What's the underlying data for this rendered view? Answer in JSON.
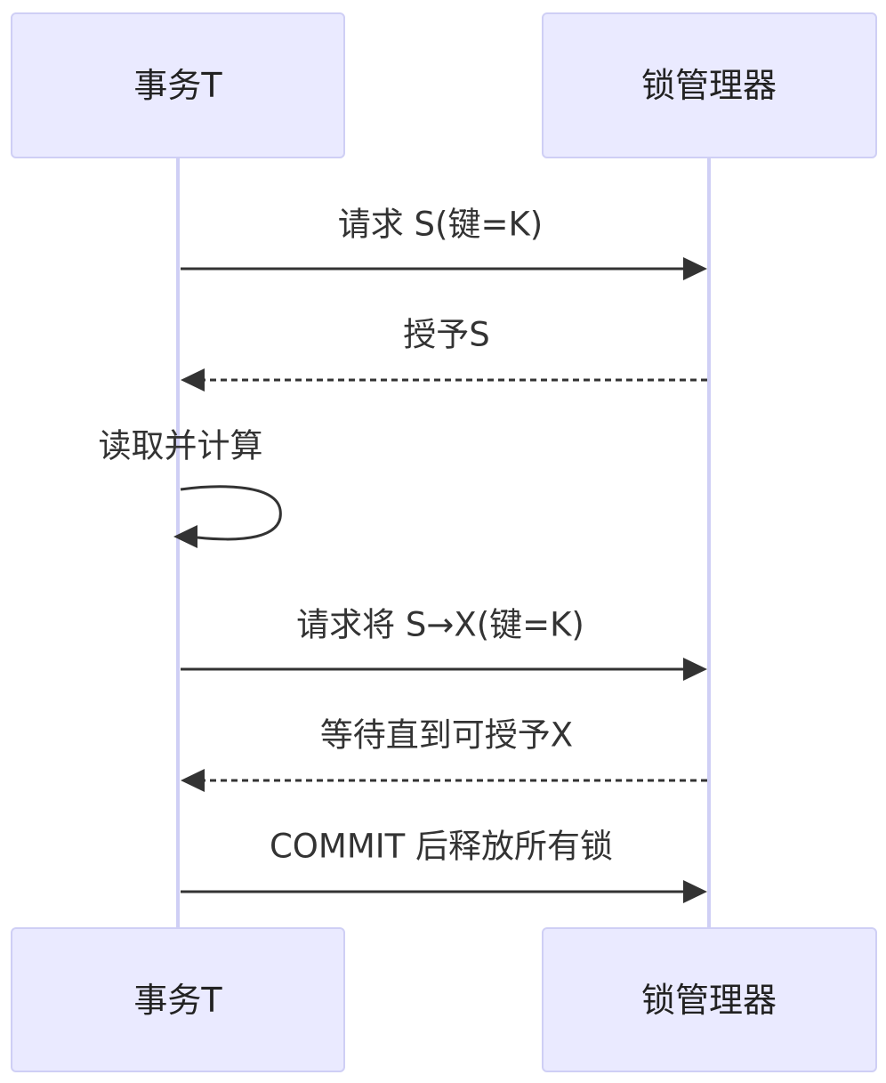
{
  "participants": {
    "transaction": {
      "label": "事务T"
    },
    "lock_manager": {
      "label": "锁管理器"
    }
  },
  "messages": [
    {
      "from": "transaction",
      "to": "lock_manager",
      "label": "请求 S(键=K)",
      "style": "solid"
    },
    {
      "from": "lock_manager",
      "to": "transaction",
      "label": "授予S",
      "style": "dashed"
    },
    {
      "from": "transaction",
      "to": "transaction",
      "label": "读取并计算",
      "style": "self"
    },
    {
      "from": "transaction",
      "to": "lock_manager",
      "label": "请求将 S→X(键=K)",
      "style": "solid"
    },
    {
      "from": "lock_manager",
      "to": "transaction",
      "label": "等待直到可授予X",
      "style": "dashed"
    },
    {
      "from": "transaction",
      "to": "lock_manager",
      "label": "COMMIT 后释放所有锁",
      "style": "solid"
    }
  ],
  "colors": {
    "actor_fill": "#eaeaff",
    "actor_border": "#cfcff5",
    "lifeline": "#cfcff5",
    "message": "#333333"
  }
}
